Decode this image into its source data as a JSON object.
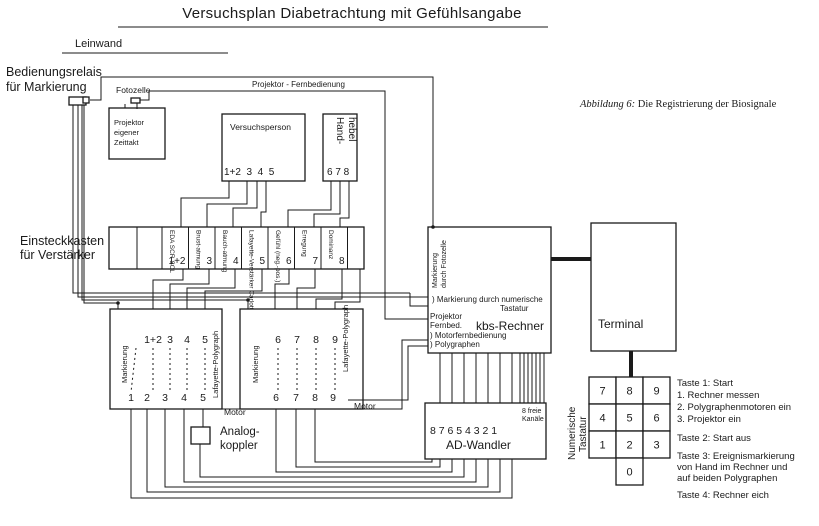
{
  "title": "Versuchsplan Diabetrachtung mit Gefühlsangabe",
  "caption": {
    "prefix": "Abbildung 6:",
    "text": " Die Registrierung der Biosignale"
  },
  "screen_label": "Leinwand",
  "relay": {
    "line1": "Bedienungsrelais",
    "line2": "für Markierung"
  },
  "photocell_label": "Fotozelle",
  "remote_label": "Projektor - Fernbedienung",
  "projector": [
    "Projektor",
    "eigener",
    "Zeittakt"
  ],
  "subject": {
    "label": "Versuchsperson",
    "ports": "1+2  3  4  5"
  },
  "lever": {
    "label_line1": "Hand-",
    "label_line2": "hebel",
    "ports": "6 7 8"
  },
  "junction": {
    "line1": "Einsteckkasten",
    "line2": "für Verstärker",
    "slots": [
      {
        "label": "EDA SCR SCL",
        "number": "1+2"
      },
      {
        "label": "Brust-atmung",
        "number": "3"
      },
      {
        "label": "Bauch-atmung",
        "number": "4"
      },
      {
        "label": "Lafayette-Verstärker Carlotte",
        "number": "5"
      },
      {
        "label": "Gefühl (neg.-pos.)",
        "number": "6"
      },
      {
        "label": "Erregung",
        "number": "7"
      },
      {
        "label": "Dominanz",
        "number": "8"
      }
    ]
  },
  "computer": {
    "name": "kbs-Rechner",
    "vertical_line1": "Markierung",
    "vertical_line2": "durch Fotozelle",
    "numeric_marking_line1": ") Markierung durch numerische",
    "numeric_marking_line2": "Tastatur",
    "remote_line1": "Projektor",
    "remote_line2": "Fernbed.",
    "motor_line1": ") Motorfernbedienung",
    "motor_line2": ") Polygraphen"
  },
  "terminal": "Terminal",
  "polygraph_left": {
    "marking": "Markierung",
    "device": "Lafayette-Polygraph",
    "inputs": [
      "1+2",
      "3",
      "4",
      "5"
    ],
    "outputs": [
      "1",
      "2",
      "3",
      "4",
      "5"
    ],
    "motor": "Motor"
  },
  "polygraph_right": {
    "marking": "Markierung",
    "device": "Lafayette-Polygraph",
    "inputs": [
      "6",
      "7",
      "8",
      "9"
    ],
    "outputs": [
      "6",
      "7",
      "8",
      "9"
    ],
    "motor": "Motor"
  },
  "coupler": {
    "line1": "Analog-",
    "line2": "koppler"
  },
  "adc": {
    "name": "AD-Wandler",
    "channels": "8 7 6 5 4 3 2 1",
    "free_line1": "8 freie",
    "free_line2": "Kanäle"
  },
  "keypad": {
    "label_line1": "Numerische",
    "label_line2": "Tastatur",
    "keys": [
      "7",
      "8",
      "9",
      "4",
      "5",
      "6",
      "1",
      "2",
      "3",
      "0"
    ]
  },
  "legend": [
    "Taste 1: Start",
    "1. Rechner messen",
    "2. Polygraphenmotoren ein",
    "3. Projektor ein",
    "Taste 2: Start  aus",
    "Taste 3: Ereignismarkierung",
    "von Hand im Rechner und",
    "auf beiden Polygraphen",
    "Taste 4: Rechner eich"
  ]
}
